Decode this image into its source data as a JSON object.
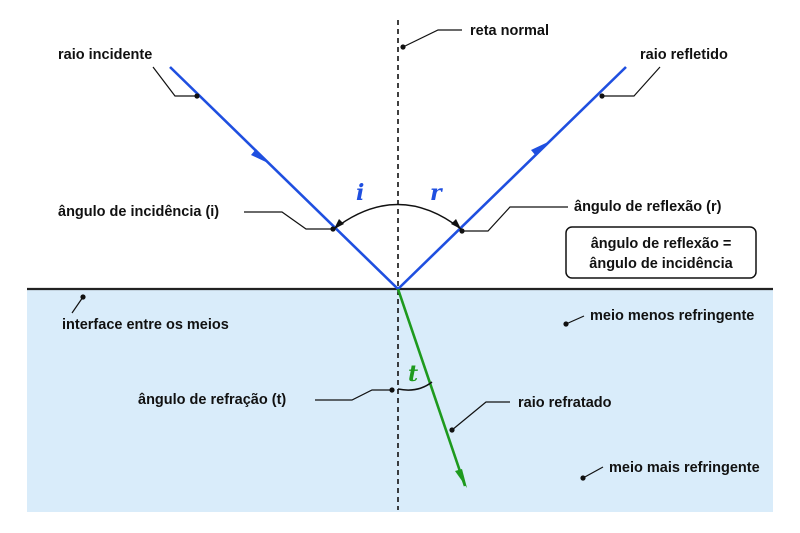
{
  "labels": {
    "normal_line": "reta normal",
    "incident_ray": "raio incidente",
    "reflected_ray": "raio refletido",
    "angle_incidence": "ângulo de incidência (i)",
    "angle_reflection": "ângulo de reflexão (r)",
    "law_line1": "ângulo de reflexão =",
    "law_line2": "ângulo de incidência",
    "interface": "interface entre os meios",
    "less_refringent": "meio menos refringente",
    "angle_refraction": "ângulo de refração (t)",
    "refracted_ray": "raio refratado",
    "more_refringent": "meio mais refringente"
  },
  "symbols": {
    "i": "i",
    "r": "r",
    "t": "t"
  },
  "colors": {
    "incident": "#1f4fe0",
    "reflected": "#1f4fe0",
    "refracted": "#1e9a1e",
    "lower_medium": "#d9ecfa",
    "interface_line": "#222222",
    "normal_line": "#111111"
  }
}
